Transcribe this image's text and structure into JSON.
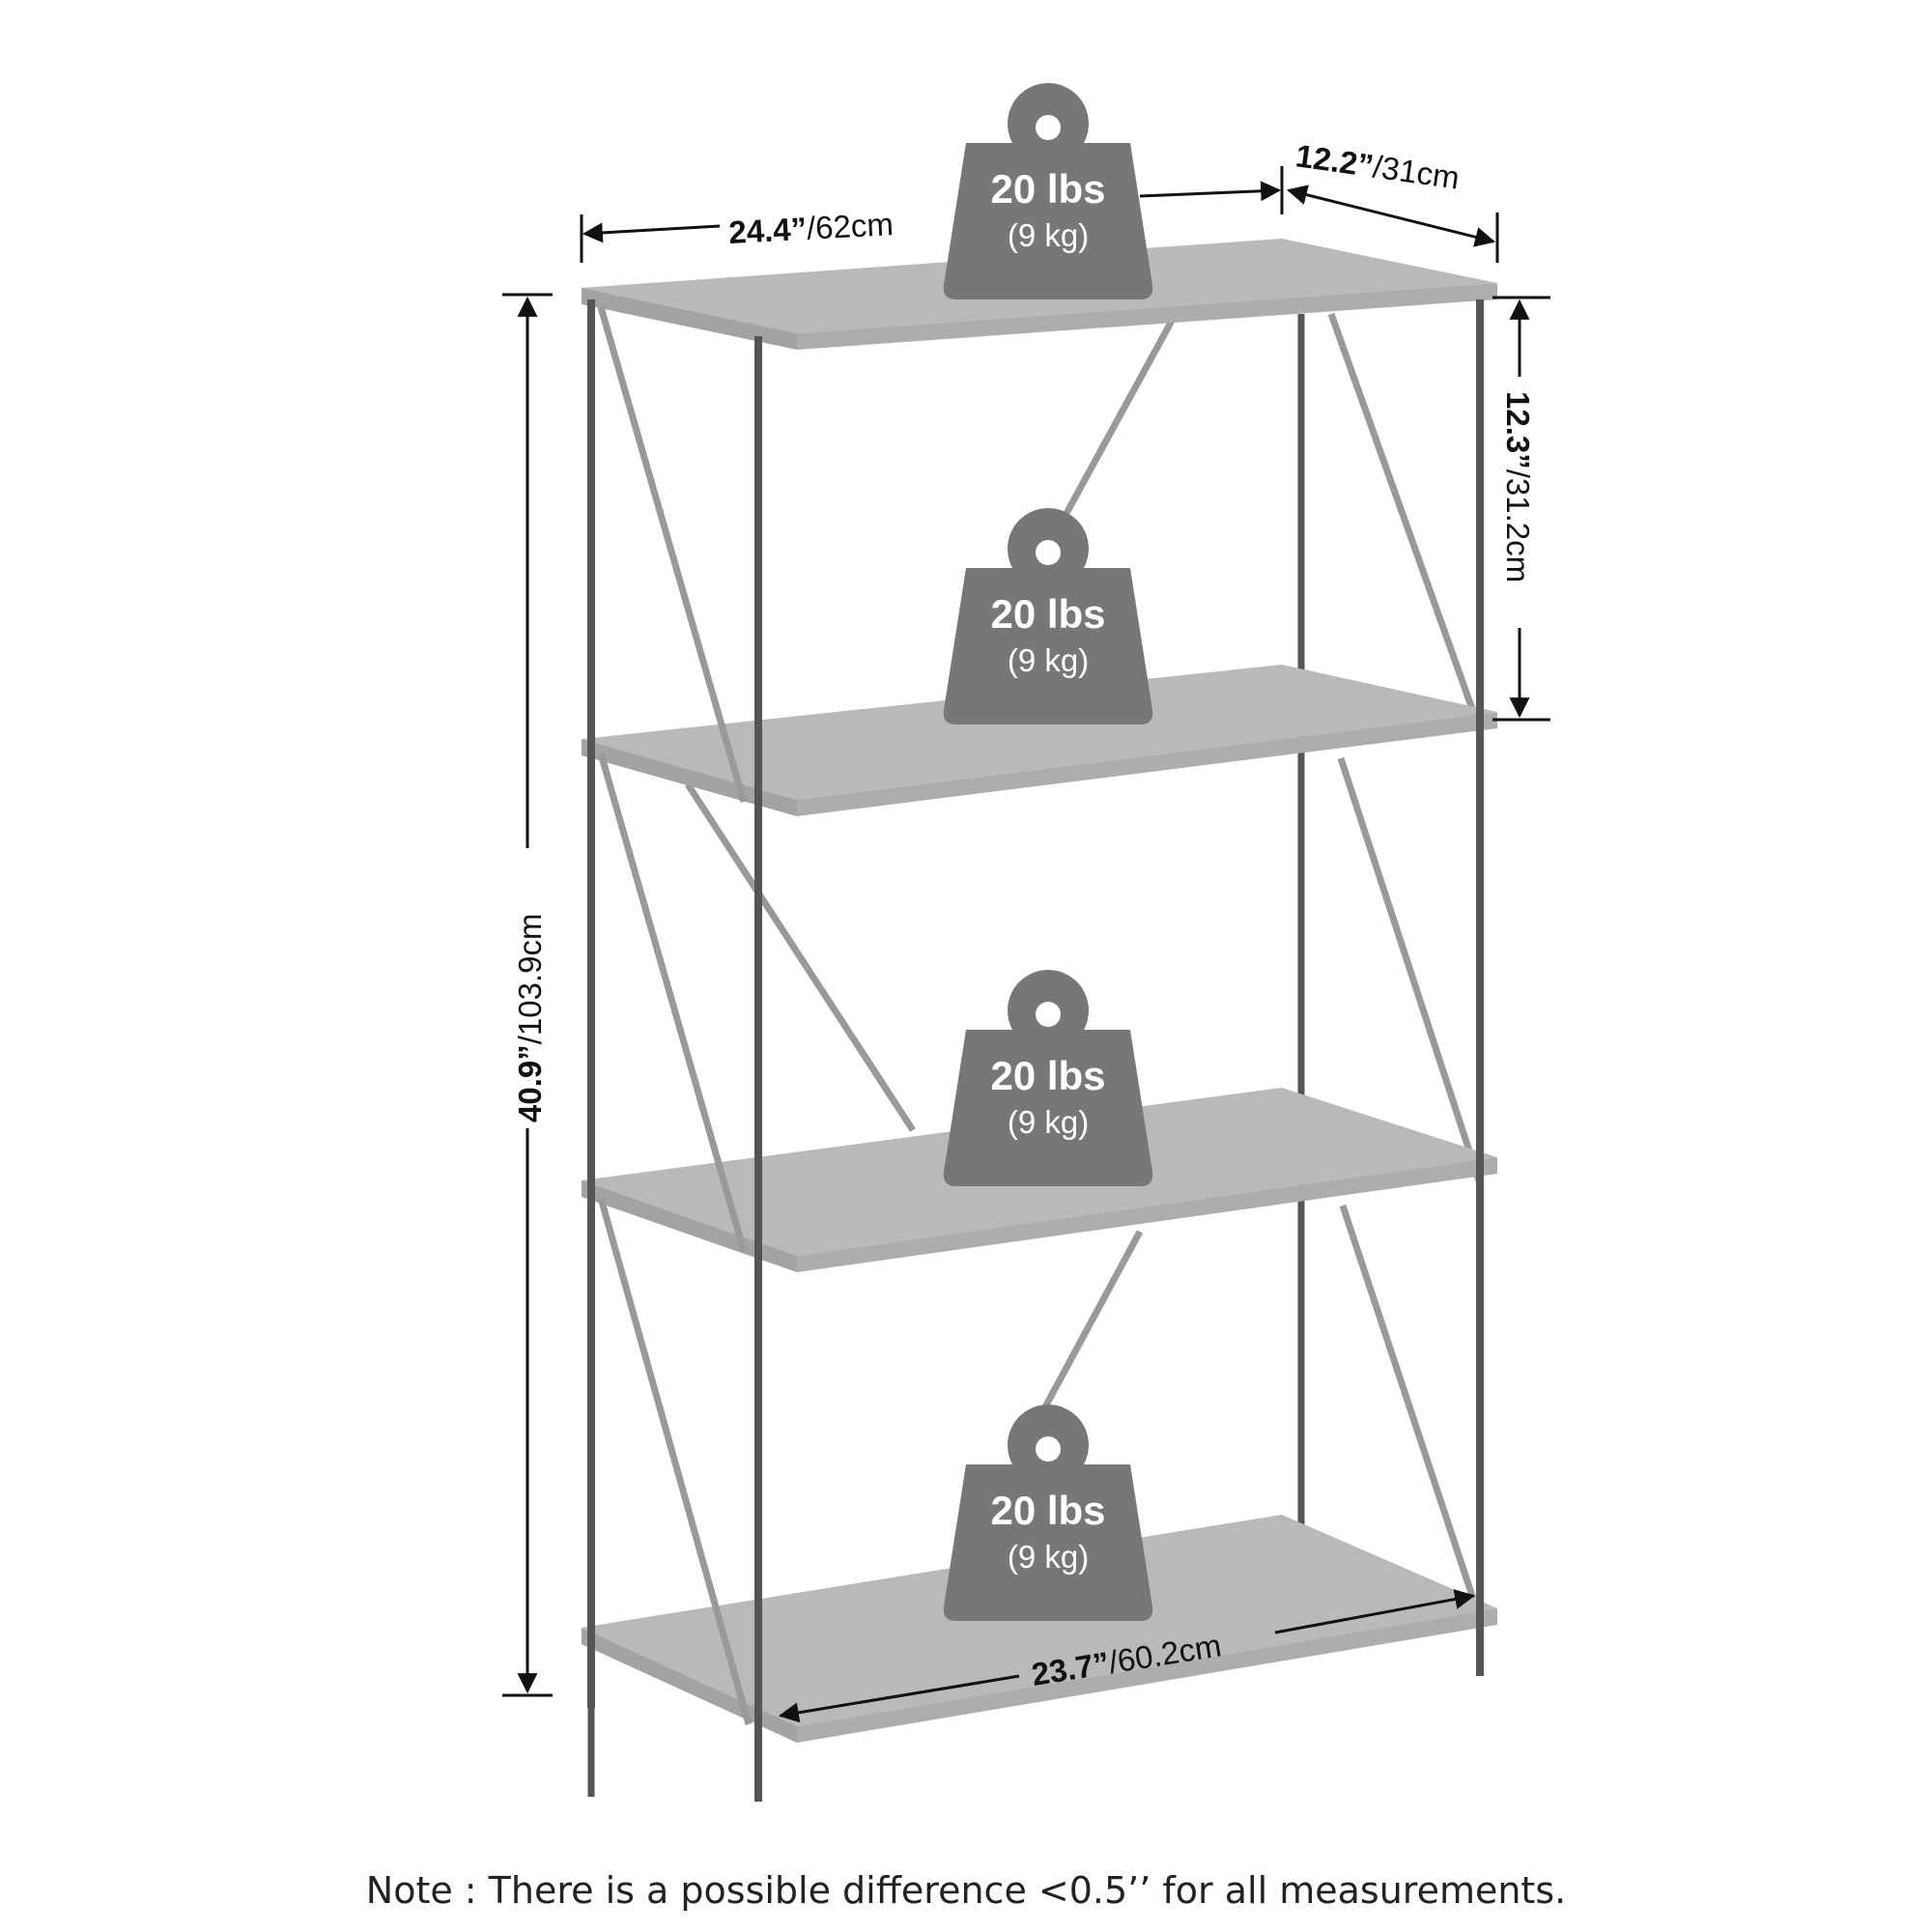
{
  "dimensions": {
    "top_width": {
      "value": "24.4”",
      "unit": "/62cm"
    },
    "depth": {
      "value": "12.2”",
      "unit": "/31cm"
    },
    "shelf_gap": {
      "value": "12.3”",
      "unit": "/31.2cm"
    },
    "total_height": {
      "value": "40.9”",
      "unit": "/103.9cm"
    },
    "bottom_width": {
      "value": "23.7”",
      "unit": "/60.2cm"
    }
  },
  "weights": [
    {
      "lbs": "20 lbs",
      "kg": "(9 kg)"
    },
    {
      "lbs": "20 lbs",
      "kg": "(9 kg)"
    },
    {
      "lbs": "20 lbs",
      "kg": "(9 kg)"
    },
    {
      "lbs": "20 lbs",
      "kg": "(9 kg)"
    }
  ],
  "note": "Note : There is a possible difference <0.5’’ for all measurements.",
  "colors": {
    "shelf": "#b9b9b9",
    "shelf_edge": "#a3a3a3",
    "frame": "#555555",
    "brace": "#999999",
    "weight": "#777777",
    "dimension_line": "#111111"
  }
}
